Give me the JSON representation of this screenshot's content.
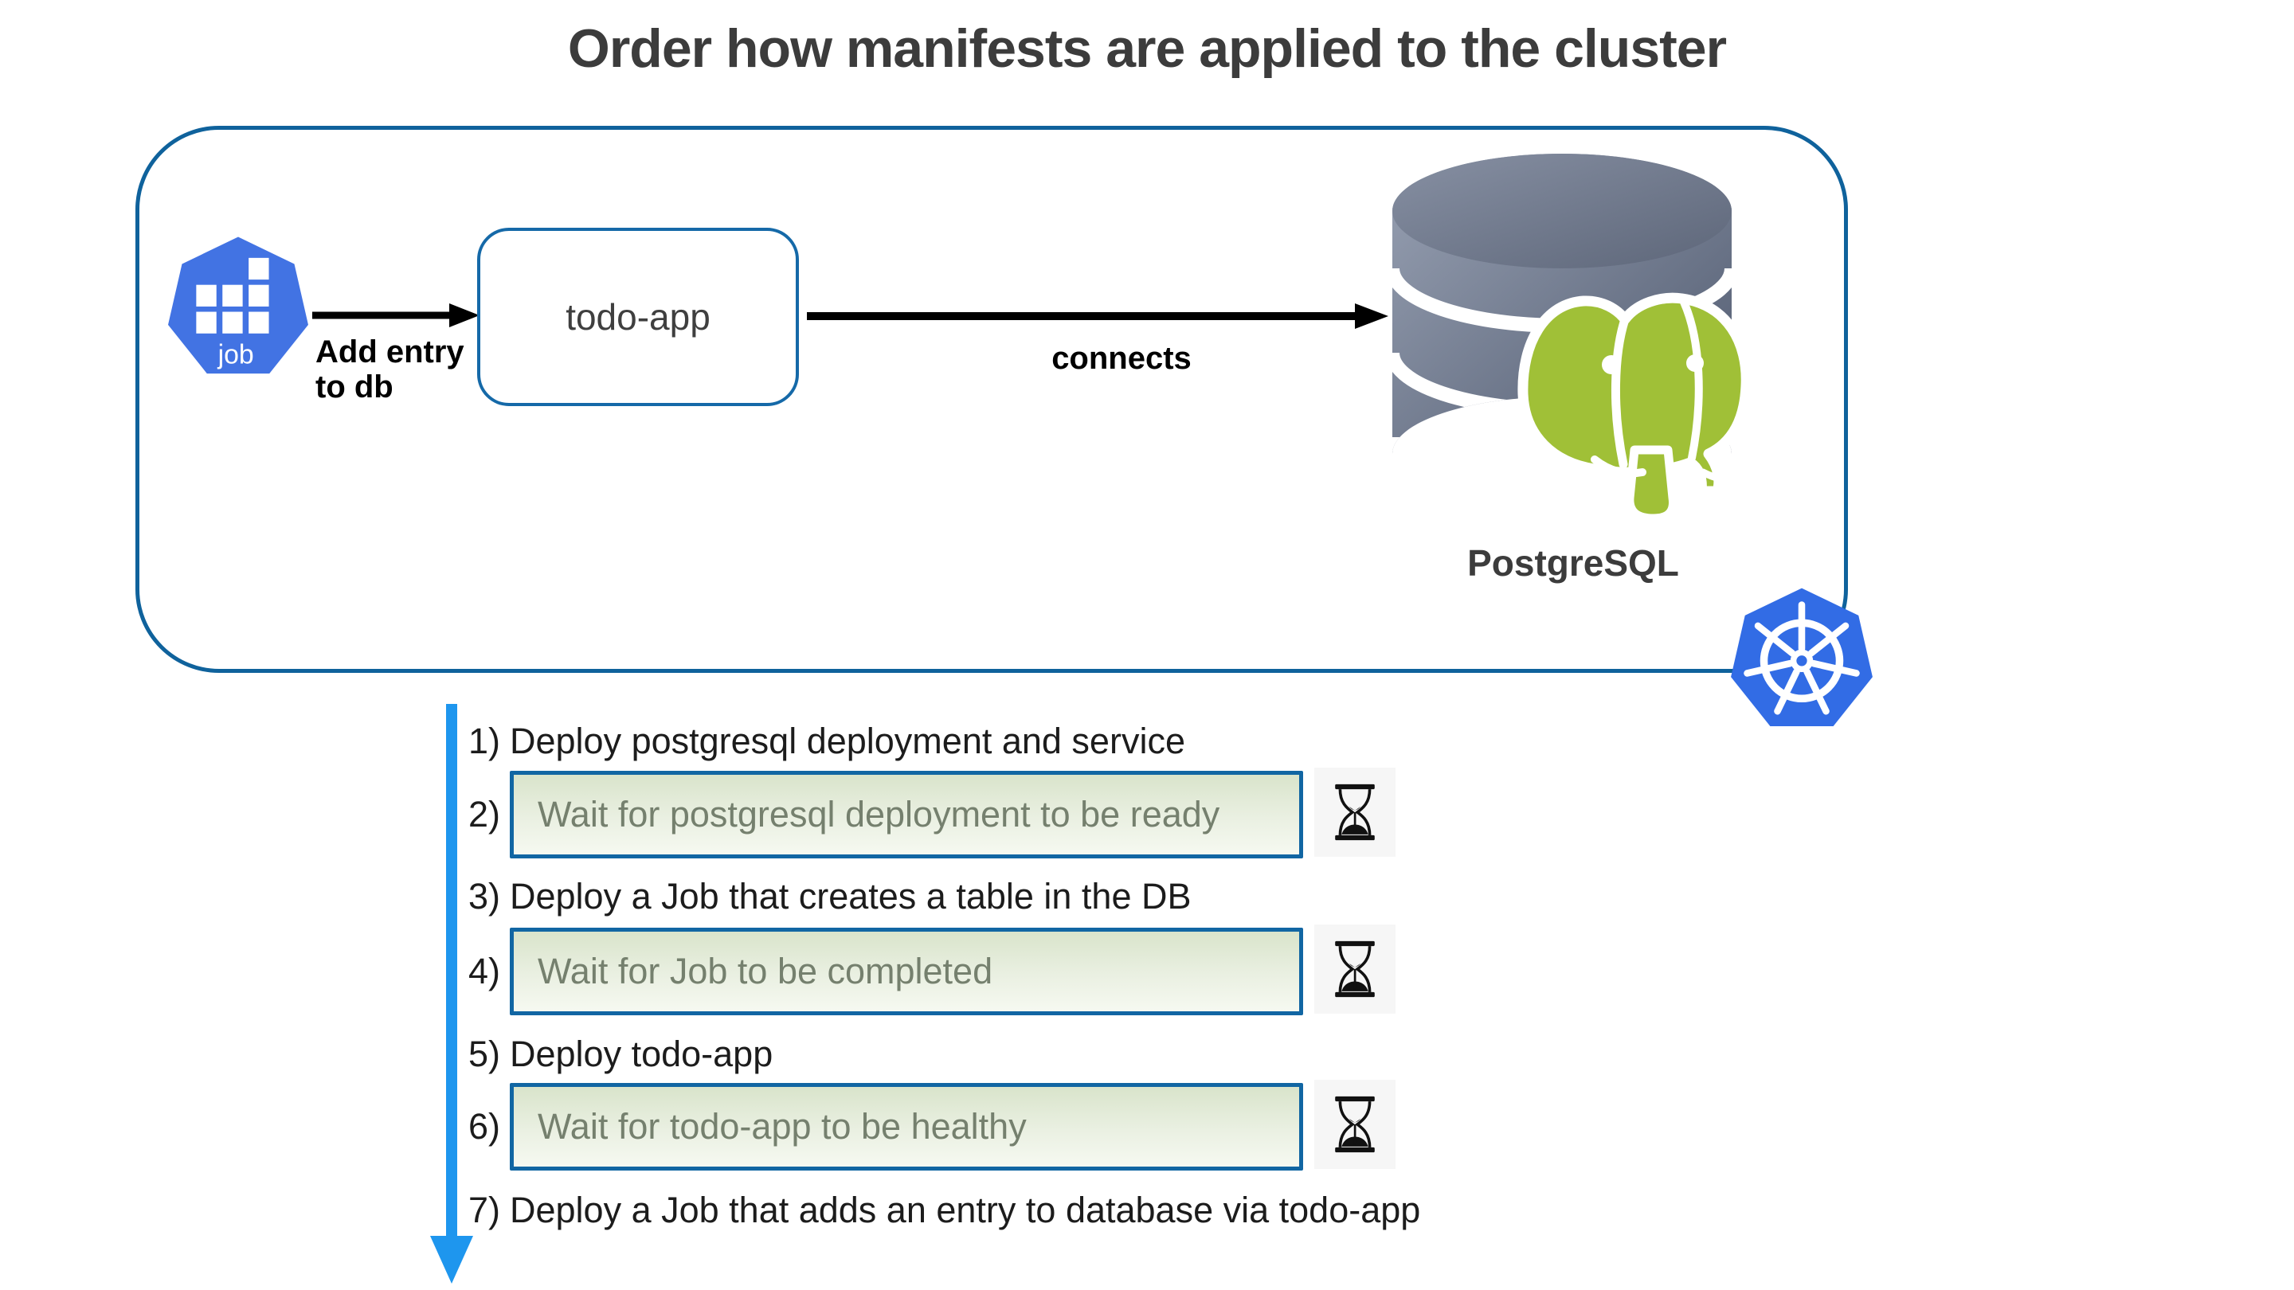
{
  "title": "Order how manifests are applied to the cluster",
  "cluster": {
    "job_icon_label": "job",
    "add_entry_line1": "Add entry",
    "add_entry_line2": "to db",
    "todo_app_label": "todo-app",
    "connects_label": "connects",
    "postgresql_label": "PostgreSQL"
  },
  "icons": {
    "job": "kubernetes-job-icon",
    "kubernetes": "kubernetes-logo",
    "postgresql": "postgresql-database-icon",
    "wait": "hourglass-icon"
  },
  "steps": [
    {
      "num": "1)",
      "text": "Deploy postgresql deployment and service",
      "type": "plain"
    },
    {
      "num": "2)",
      "text": "Wait for postgresql deployment to be ready",
      "type": "wait"
    },
    {
      "num": "3)",
      "text": "Deploy a Job that creates a table in the DB",
      "type": "plain"
    },
    {
      "num": "4)",
      "text": "Wait for Job to be completed",
      "type": "wait"
    },
    {
      "num": "5)",
      "text": "Deploy todo-app",
      "type": "plain"
    },
    {
      "num": "6)",
      "text": "Wait for todo-app to be healthy",
      "type": "wait"
    },
    {
      "num": "7)",
      "text": "Deploy a Job that adds an entry to database via todo-app",
      "type": "plain"
    }
  ],
  "colors": {
    "cluster_border": "#0f629c",
    "box_border": "#1166a3",
    "kubernetes_blue": "#326ce5",
    "job_blue": "#4273e3",
    "postgres_green": "#a0c037",
    "cylinder_dark": "#4f596e",
    "cylinder_light": "#98a1b3",
    "flow_arrow_blue": "#1e96ee",
    "wait_box_top": "#d9e4cb",
    "wait_box_bottom": "#f6f9f1",
    "wait_text": "#75806e",
    "title_text": "#3c3c3c"
  }
}
